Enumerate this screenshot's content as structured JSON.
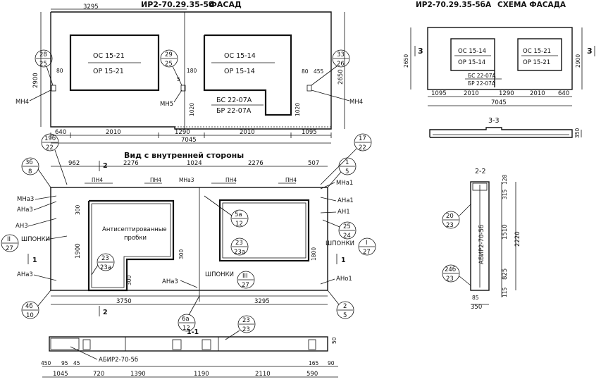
{
  "facade": {
    "title_code": "ИР2-70.29.35-5б",
    "title_word": "ФАСАД",
    "top_dim": "3295",
    "windows": [
      {
        "upper": "ОС 15-21",
        "lower": "ОР 15-21"
      },
      {
        "upper": "ОС 15-14",
        "lower": "ОР 15-14"
      }
    ],
    "door": {
      "upper": "БС 22-07А",
      "lower": "БР 22-07А"
    },
    "callouts": [
      {
        "num": "28",
        "den": "25"
      },
      {
        "num": "29",
        "den": "25"
      },
      {
        "num": "33",
        "den": "26"
      }
    ],
    "small_dims": [
      "80",
      "180",
      "5",
      "80",
      "455",
      "1020",
      "1020"
    ],
    "height_left": "2900",
    "height_right": "2650",
    "anchors": [
      "МН4",
      "МН5",
      "МН4"
    ],
    "bottom_dims": [
      "640",
      "2010",
      "1290",
      "2010",
      "1095"
    ],
    "total": "7045"
  },
  "scheme": {
    "title_code": "ИР2-70.29.35-5бА",
    "title_word": "СХЕМА ФАСАДА",
    "windows": [
      {
        "upper": "ОС 15-14",
        "lower": "ОР 15-14"
      },
      {
        "upper": "ОС 15-21",
        "lower": "ОР 15-21"
      }
    ],
    "door": {
      "upper": "БС 22-07А",
      "lower": "БР 22-07А"
    },
    "height_left": "2650",
    "height_right": "2900",
    "bottom_dims": [
      "1095",
      "2010",
      "1290",
      "2010",
      "640"
    ],
    "total": "7045",
    "section_mark": "3"
  },
  "section33": {
    "title": "3-3",
    "dim": "350"
  },
  "section22": {
    "title": "2-2",
    "dims": [
      "128",
      "315",
      "1510",
      "825",
      "85",
      "115",
      "2220"
    ],
    "bottom": "350",
    "vertical_label": "АБИР2-70-5б",
    "callouts": [
      {
        "num": "20",
        "den": "23"
      },
      {
        "num": "24б",
        "den": "23"
      }
    ]
  },
  "inner": {
    "title": "Вид с внутренней стороны",
    "top_dims": [
      "962",
      "2276",
      "1024",
      "2276",
      "507"
    ],
    "top_anchors": [
      "ПН4",
      "ПН4",
      "МНа3",
      "ПН4",
      "ПН4"
    ],
    "left_labels": [
      "МНа3",
      "АНа3",
      "АН3",
      "ШПОНКИ",
      "АНа3"
    ],
    "right_labels": [
      "МНа1",
      "АНа1",
      "АН1",
      "ШПОНКИ",
      "АНо1"
    ],
    "note": [
      "Антисептированные",
      "пробки"
    ],
    "window_dims": [
      "300",
      "1900",
      "300",
      "300",
      "1800"
    ],
    "bottom_labels": [
      "АНа3",
      "ШПОНКИ"
    ],
    "bottom_dims": [
      "3750",
      "3295"
    ],
    "callouts": [
      {
        "num": "19б",
        "den": "22"
      },
      {
        "num": "3б",
        "den": "8"
      },
      {
        "num": "II",
        "den": "27"
      },
      {
        "num": "4б",
        "den": "10"
      },
      {
        "num": "17",
        "den": "22"
      },
      {
        "num": "1",
        "den": "5"
      },
      {
        "num": "I",
        "den": "27"
      },
      {
        "num": "2",
        "den": "5"
      },
      {
        "num": "5а",
        "den": "12"
      },
      {
        "num": "23",
        "den": "23а"
      },
      {
        "num": "23",
        "den": "23а"
      },
      {
        "num": "6а",
        "den": "12"
      },
      {
        "num": "III",
        "den": "27"
      },
      {
        "num": "25",
        "den": "24"
      }
    ],
    "section_marks": [
      "2",
      "1",
      "1",
      "2"
    ]
  },
  "section11": {
    "title": "1-1",
    "vertical_label": "АБИР2-70-5б",
    "callout": {
      "num": "23",
      "den": "23"
    },
    "dims_top": [
      "450",
      "95",
      "45",
      "165",
      "90"
    ],
    "dims_bottom": [
      "1045",
      "720",
      "1390",
      "1190",
      "2110",
      "590"
    ],
    "right_dim": "50"
  }
}
